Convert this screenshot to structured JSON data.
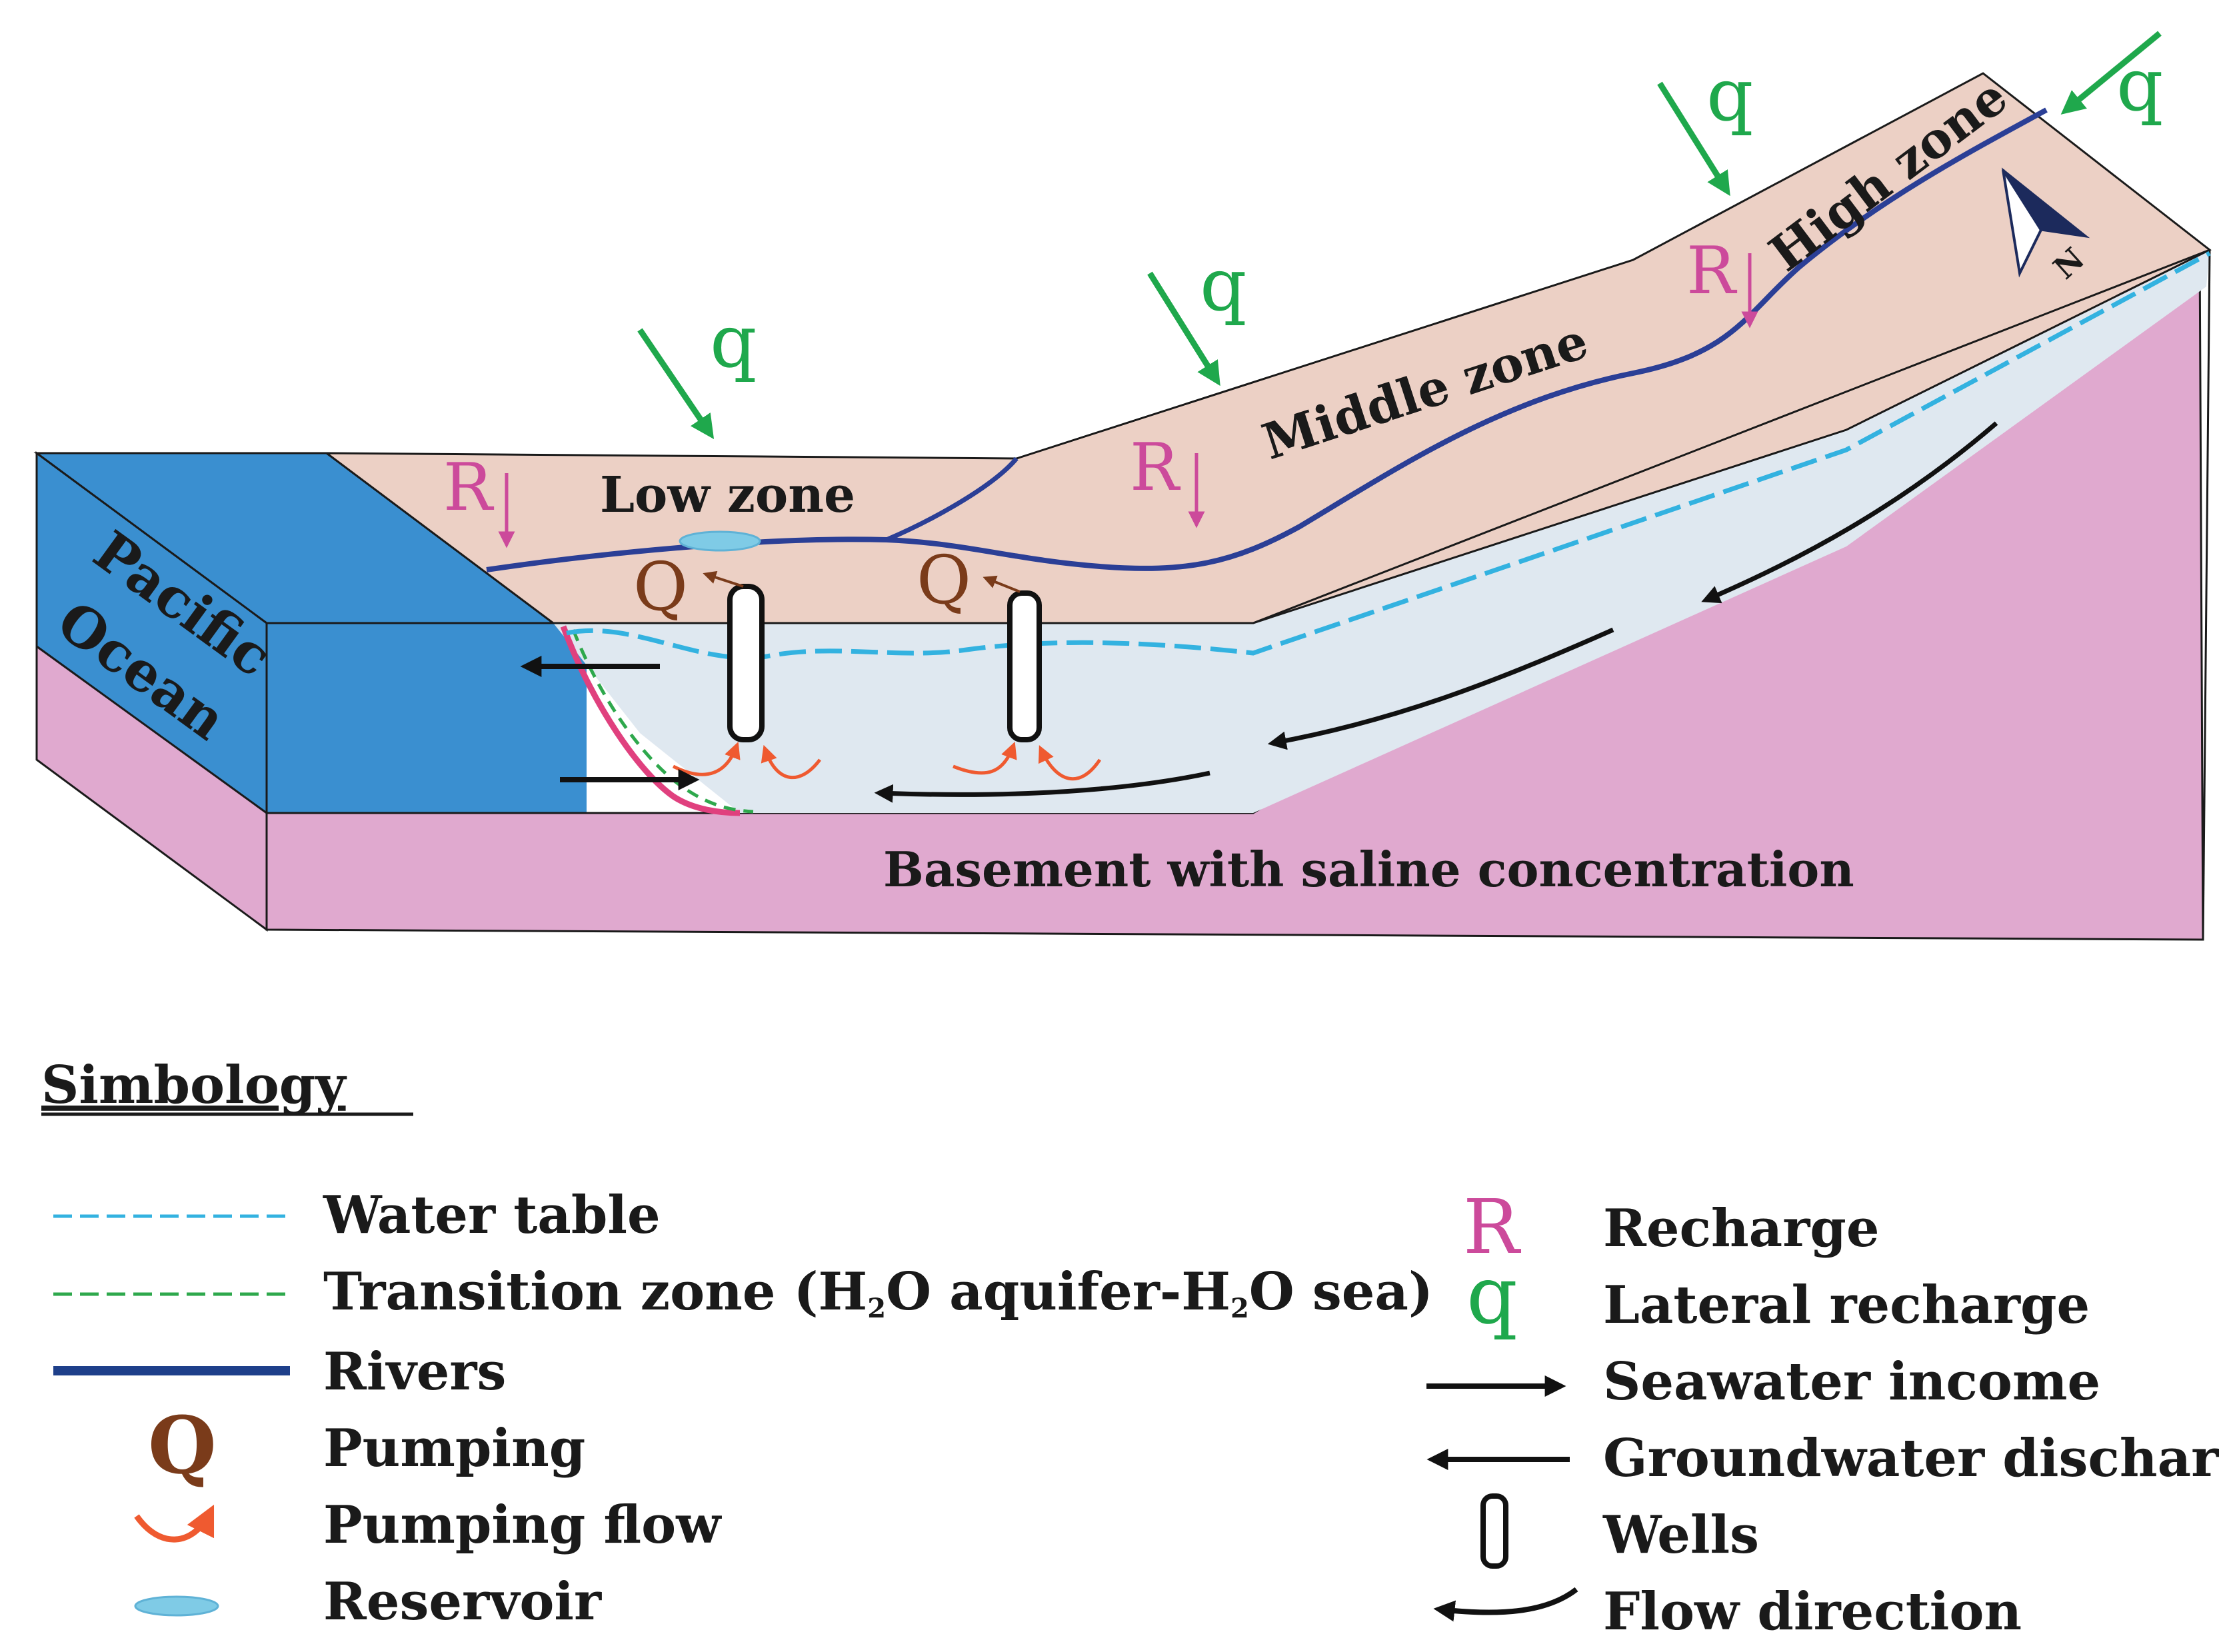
{
  "diagram": {
    "zones": {
      "low": "Low zone",
      "middle": "Middle zone",
      "high": "High zone"
    },
    "ocean": {
      "line1": "Pacific",
      "line2": "Ocean"
    },
    "basement": "Basement with saline concentration",
    "recharge_symbol": "R",
    "lateral_symbol": "q",
    "pumping_symbol": "Q",
    "north_symbol": "N"
  },
  "legend": {
    "title": "Simbology",
    "left": [
      {
        "key": "water_table",
        "label": "Water table"
      },
      {
        "key": "transition",
        "label_pre": "Transition zone (H",
        "sub1": "2",
        "label_mid": "O aquifer-H",
        "sub2": "2",
        "label_post": "O sea)"
      },
      {
        "key": "rivers",
        "label": "Rivers"
      },
      {
        "key": "pumping",
        "symbol": "Q",
        "label": "Pumping"
      },
      {
        "key": "pumping_flow",
        "label": "Pumping flow"
      },
      {
        "key": "reservoir",
        "label": "Reservoir"
      }
    ],
    "right": [
      {
        "key": "recharge",
        "symbol": "R",
        "label": "Recharge"
      },
      {
        "key": "lateral",
        "symbol": "q",
        "label": "Lateral recharge"
      },
      {
        "key": "seawater",
        "label": "Seawater income"
      },
      {
        "key": "gw_discharge",
        "label": "Groundwater discharge"
      },
      {
        "key": "wells",
        "label": "Wells"
      },
      {
        "key": "flow",
        "label": "Flow direction"
      }
    ]
  },
  "colors": {
    "ocean": "#3a8fd0",
    "basement": "#e0a9cf",
    "land": "#ecd0c5",
    "aquifer": "#dfe8f0",
    "river": "#2b3f96",
    "water_table": "#33b2e0",
    "transition": "#2ea84c",
    "interface": "#e0407e",
    "recharge": "#cc4a9b",
    "lateral": "#1fa84c",
    "pumping": "#7a3b1a",
    "pumping_flow": "#ef5a30",
    "reservoir": "#7fcbe6"
  }
}
